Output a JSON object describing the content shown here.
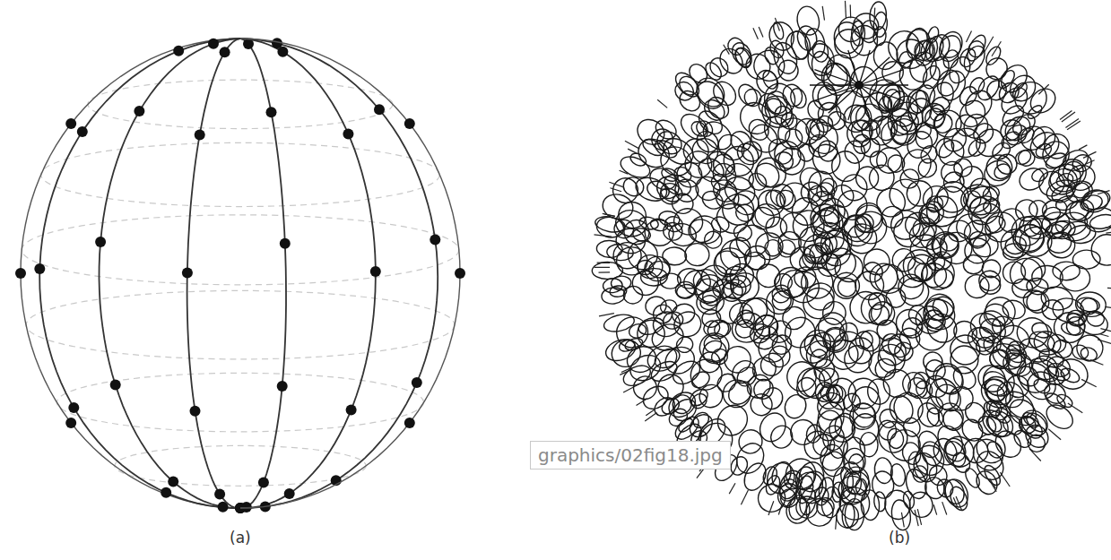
{
  "diagram": {
    "labels": [
      "(a)",
      "(b)",
      "graphics/02fig18.jpg"
    ]
  }
}
